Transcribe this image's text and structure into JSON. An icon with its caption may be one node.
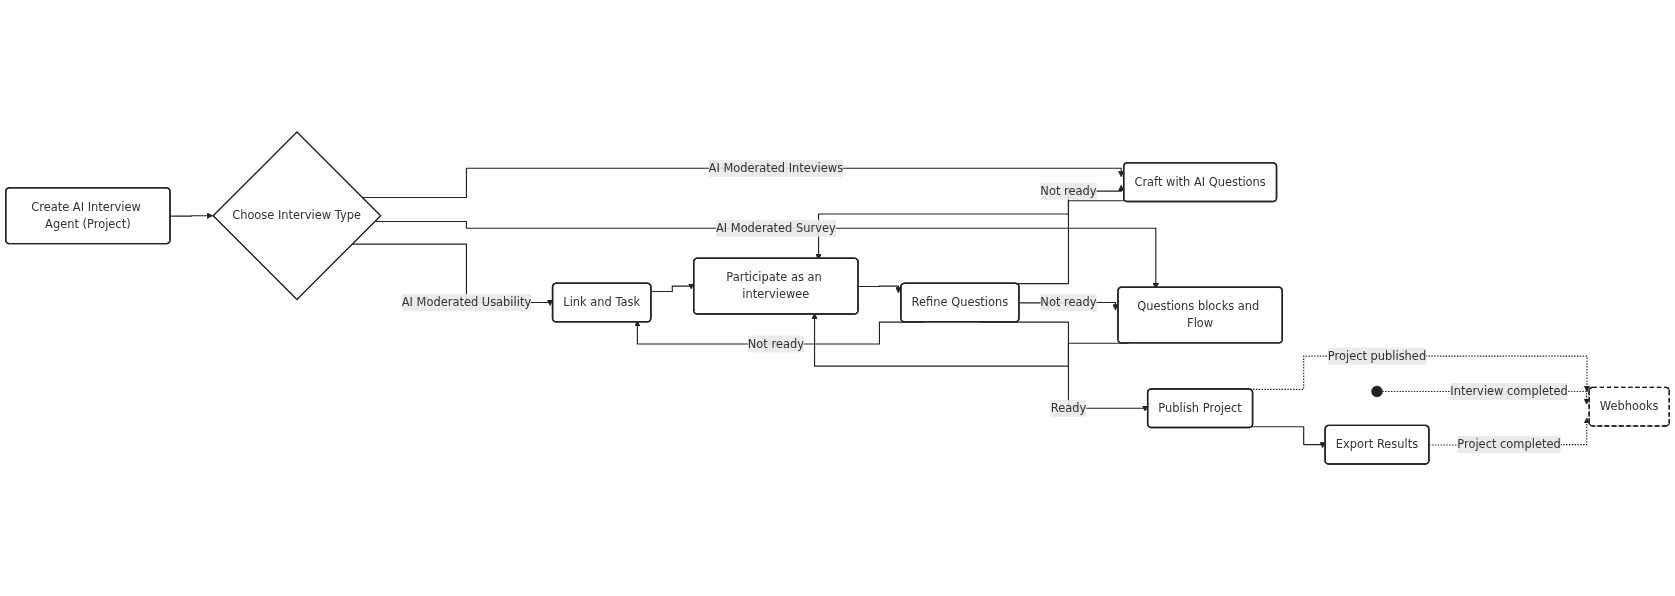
{
  "diagram": {
    "nodes": [
      {
        "text": [
          "Create AI Interview Agent (Project)"
        ]
      },
      {
        "text": [
          "Choose Interview Type"
        ]
      },
      {
        "text": [
          "Link and Task"
        ]
      },
      {
        "text": [
          "Craft with AI Questions"
        ]
      },
      {
        "text": [
          "Questions blocks and Flow"
        ]
      },
      {
        "text": [
          "Participate as an interviewee"
        ]
      },
      {
        "text": [
          "Refine Questions"
        ]
      },
      {
        "text": [
          "Publish Project"
        ]
      },
      {
        "text": [
          "Export Results"
        ]
      },
      {
        "text": [
          "Webhooks"
        ]
      }
    ],
    "edges": [
      {
        "from": 0,
        "to": 1,
        "arrow": "to"
      },
      {
        "from": 1,
        "to": 2,
        "arrow": "to",
        "label": "AI Moderated Usability"
      },
      {
        "from": 1,
        "to": 3,
        "arrow": "to",
        "label": "AI Moderated Inteviews"
      },
      {
        "from": 1,
        "to": 4,
        "arrow": "to",
        "label": "AI Moderated Survey"
      },
      {
        "from": 2,
        "to": 5,
        "arrow": "to"
      },
      {
        "from": 3,
        "to": 5,
        "arrow": "to"
      },
      {
        "from": 4,
        "to": 5,
        "arrow": "to"
      },
      {
        "from": 5,
        "to": 6,
        "arrow": "to"
      },
      {
        "from": 6,
        "to": 2,
        "arrow": "to",
        "label": "Not ready"
      },
      {
        "from": 6,
        "to": 3,
        "arrow": "to",
        "label": "Not ready"
      },
      {
        "from": 6,
        "to": 4,
        "arrow": "to",
        "label": "Not ready"
      },
      {
        "from": 6,
        "to": 7,
        "arrow": "to",
        "label": "Ready"
      },
      {
        "from": 7,
        "to": 8,
        "arrow": "to"
      },
      {
        "from": 7,
        "to": 9,
        "arrow": "to",
        "label": "Project published",
        "style": "dashed"
      },
      {
        "from": null,
        "to": 9,
        "arrow": "to",
        "label": "Interview completed",
        "style": "dashed"
      },
      {
        "from": 8,
        "to": 9,
        "arrow": "to",
        "label": "Project completed",
        "style": "dashed"
      }
    ]
  }
}
